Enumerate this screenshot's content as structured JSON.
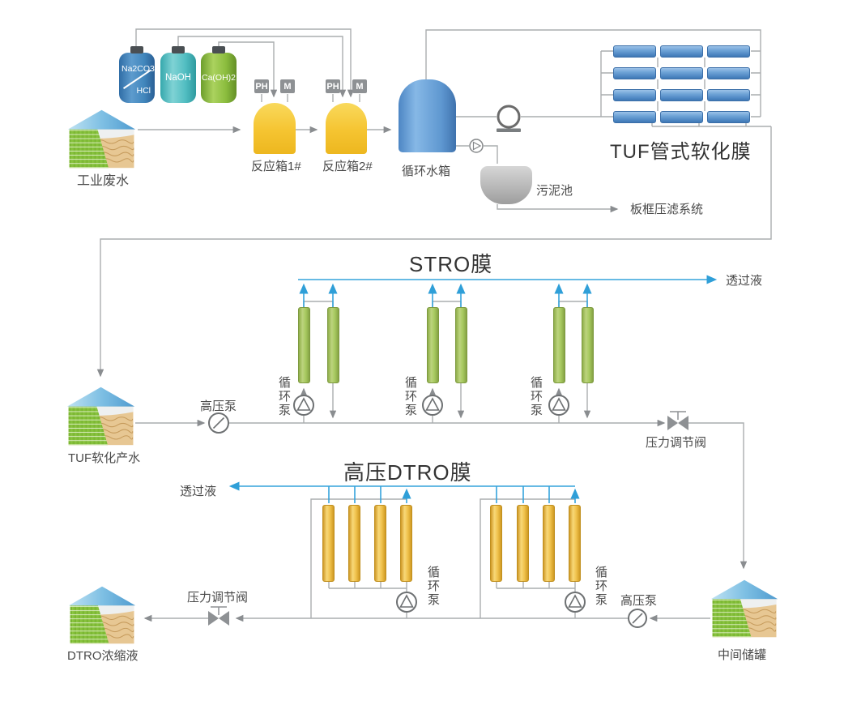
{
  "colors": {
    "pipe_gray": "#aaadaf",
    "permeate_blue": "#35a3dc",
    "tuf_tube_blue": "#5e97cd",
    "stro_tube_green": "#a7c95f",
    "dtro_tube_yellow": "#f0c24c"
  },
  "pretreatment": {
    "source_tank_label": "工业废水",
    "bottle1_line1": "Na2CO3",
    "bottle1_line2": "HCl",
    "bottle2_label": "NaOH",
    "bottle3_label": "Ca(OH)2",
    "ph_sensor": "PH",
    "mixer_sensor": "M",
    "reactor1_label": "反应箱1#",
    "reactor2_label": "反应箱2#",
    "circulation_tank_label": "循环水箱",
    "sludge_pool_label": "污泥池",
    "filter_press_label": "板框压滤系统",
    "tuf_membrane_title": "TUF管式软化膜"
  },
  "stro": {
    "title": "STRO膜",
    "permeate_label": "透过液",
    "feed_tank_label": "TUF软化产水",
    "hp_pump_label": "高压泵",
    "circ_pump_label": "循环泵",
    "valve_label": "压力调节阀"
  },
  "dtro": {
    "title": "高压DTRO膜",
    "permeate_label": "透过液",
    "circ_pump_label": "循环泵",
    "hp_pump_label": "高压泵",
    "valve_label": "压力调节阀",
    "intermediate_tank_label": "中间储罐",
    "concentrate_tank_label": "DTRO浓缩液"
  }
}
